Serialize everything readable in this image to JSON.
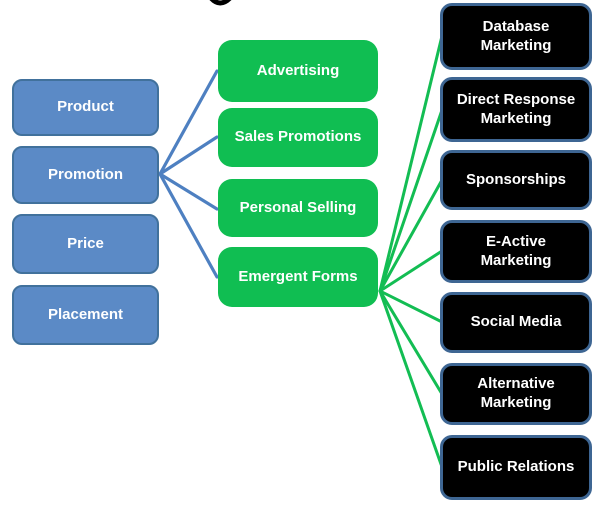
{
  "diagram": {
    "type": "tree-flowchart",
    "note": "partial descender of a cropped title letter is visible at the very top edge",
    "columns": {
      "marketing_mix": {
        "items": [
          {
            "label": "Product"
          },
          {
            "label": "Promotion"
          },
          {
            "label": "Price"
          },
          {
            "label": "Placement"
          }
        ]
      },
      "promotion_forms": {
        "items": [
          {
            "label": "Advertising"
          },
          {
            "label": "Sales Promotions"
          },
          {
            "label": "Personal Selling"
          },
          {
            "label": "Emergent Forms"
          }
        ]
      },
      "emergent_forms_types": {
        "items": [
          {
            "label": "Database\nMarketing"
          },
          {
            "label": "Direct Response\nMarketing"
          },
          {
            "label": "Sponsorships"
          },
          {
            "label": "E-Active\nMarketing"
          },
          {
            "label": "Social Media"
          },
          {
            "label": "Alternative\nMarketing"
          },
          {
            "label": "Public Relations"
          }
        ]
      }
    },
    "edges": [
      {
        "from": "Promotion",
        "to": "Advertising",
        "color": "blue"
      },
      {
        "from": "Promotion",
        "to": "Sales Promotions",
        "color": "blue"
      },
      {
        "from": "Promotion",
        "to": "Personal Selling",
        "color": "blue"
      },
      {
        "from": "Promotion",
        "to": "Emergent Forms",
        "color": "blue"
      },
      {
        "from": "Emergent Forms",
        "to": "Database Marketing",
        "color": "green"
      },
      {
        "from": "Emergent Forms",
        "to": "Direct Response Marketing",
        "color": "green"
      },
      {
        "from": "Emergent Forms",
        "to": "Sponsorships",
        "color": "green"
      },
      {
        "from": "Emergent Forms",
        "to": "E-Active Marketing",
        "color": "green"
      },
      {
        "from": "Emergent Forms",
        "to": "Social Media",
        "color": "green"
      },
      {
        "from": "Emergent Forms",
        "to": "Alternative Marketing",
        "color": "green"
      },
      {
        "from": "Emergent Forms",
        "to": "Public Relations",
        "color": "green"
      }
    ],
    "colors": {
      "blue_box_fill": "#5B8AC6",
      "blue_box_border": "#41719C",
      "blue_line": "#4E80C1",
      "green_box_fill": "#10BE52",
      "green_line": "#13BD53",
      "black_box_fill": "#000000",
      "black_box_border": "#3E6693",
      "label_text": "#FFFFFF",
      "background": "#FFFFFF"
    }
  }
}
